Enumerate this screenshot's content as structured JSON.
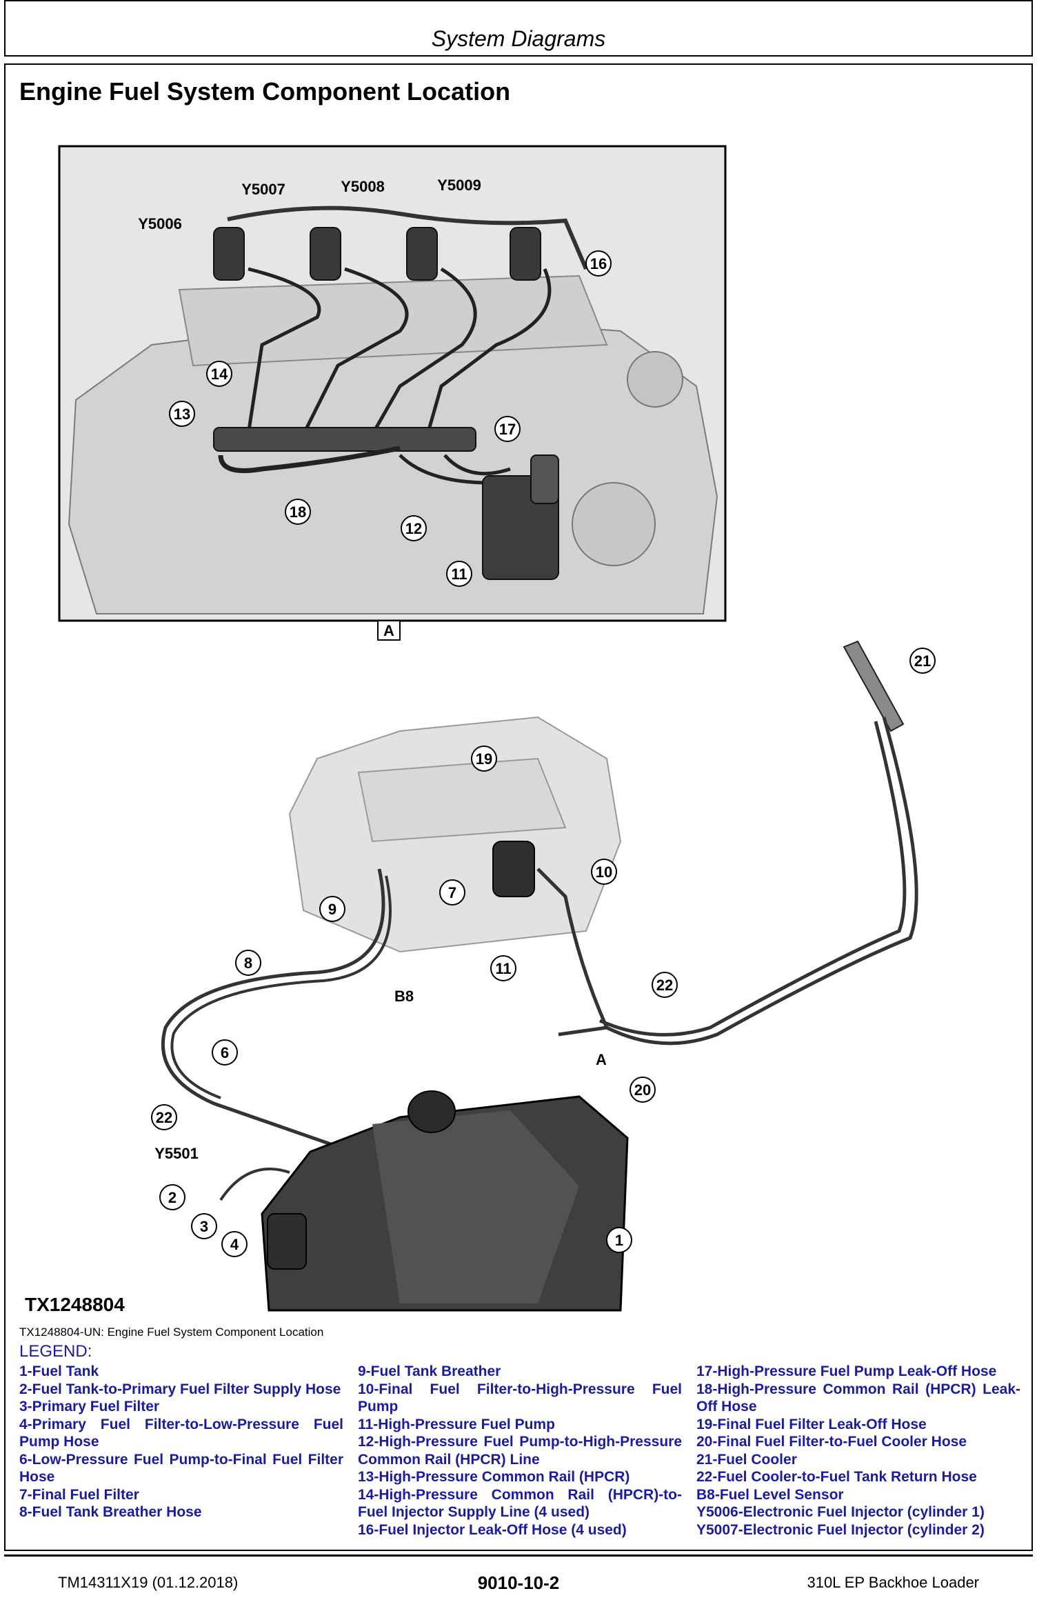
{
  "header": {
    "title": "System Diagrams"
  },
  "section_title": "Engine Fuel System Component Location",
  "figure": {
    "id": "TX1248804",
    "view_label": "A",
    "callouts_top": [
      "Y5006",
      "Y5007",
      "Y5008",
      "Y5009",
      "16",
      "14",
      "13",
      "18",
      "17",
      "12",
      "11"
    ],
    "callouts_bottom": [
      "21",
      "19",
      "10",
      "7",
      "9",
      "8",
      "11",
      "22",
      "B8",
      "6",
      "A",
      "20",
      "22",
      "Y5501",
      "2",
      "3",
      "4",
      "1"
    ]
  },
  "caption": "TX1248804-UN: Engine Fuel System Component Location",
  "legend": {
    "title": "LEGEND:",
    "col1": [
      "1-Fuel Tank",
      "2-Fuel Tank-to-Primary Fuel Filter Supply Hose",
      "3-Primary Fuel Filter",
      "4-Primary Fuel Filter-to-Low-Pressure Fuel Pump Hose",
      "6-Low-Pressure Fuel Pump-to-Final Fuel Filter Hose",
      "7-Final Fuel Filter",
      "8-Fuel Tank Breather Hose"
    ],
    "col2": [
      "9-Fuel Tank Breather",
      "10-Final Fuel Filter-to-High-Pressure Fuel Pump",
      "11-High-Pressure Fuel Pump",
      "12-High-Pressure Fuel Pump-to-High-Pressure Common Rail (HPCR) Line",
      "13-High-Pressure Common Rail (HPCR)",
      "14-High-Pressure Common Rail (HPCR)-to-Fuel Injector Supply Line (4 used)",
      "16-Fuel Injector Leak-Off Hose (4 used)"
    ],
    "col3": [
      "17-High-Pressure Fuel Pump Leak-Off Hose",
      "18-High-Pressure Common Rail (HPCR) Leak-Off Hose",
      "19-Final Fuel Filter Leak-Off Hose",
      "20-Final Fuel Filter-to-Fuel Cooler Hose",
      "21-Fuel Cooler",
      "22-Fuel Cooler-to-Fuel Tank Return Hose",
      "B8-Fuel Level Sensor",
      "Y5006-Electronic Fuel Injector (cylinder 1)",
      "Y5007-Electronic Fuel Injector (cylinder 2)"
    ]
  },
  "footer": {
    "left": "TM14311X19 (01.12.2018)",
    "center": "9010-10-2",
    "right": "310L EP Backhoe Loader"
  }
}
